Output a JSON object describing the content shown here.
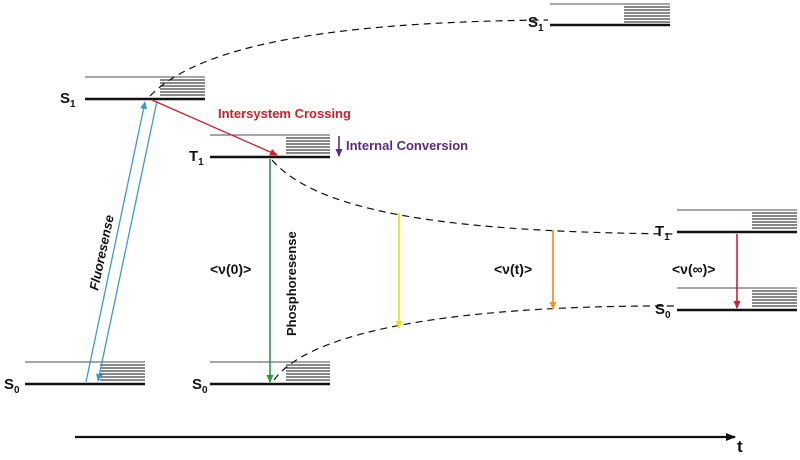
{
  "levels": {
    "s1_left": "S",
    "s1_left_sub": "1",
    "s0_left": "S",
    "s0_left_sub": "0",
    "t1_mid": "T",
    "t1_mid_sub": "1",
    "s0_mid": "S",
    "s0_mid_sub": "0",
    "s1_top": "S",
    "s1_top_sub": "1",
    "t1_right": "T",
    "t1_right_sub": "1",
    "s0_right": "S",
    "s0_right_sub": "0"
  },
  "processes": {
    "isc": "Intersystem Crossing",
    "ic": "Internal Conversion",
    "fluor": "Fluoresense",
    "phos": "Phosphoresense"
  },
  "symbols": {
    "nu0": "<ν(0)>",
    "nut": "<ν(t)>",
    "nuinf": "<ν(∞)>"
  },
  "axis": {
    "label": "t"
  },
  "colors": {
    "fluorescence": "#3b9ad6",
    "isc": "#d0202a",
    "internal_conversion": "#5b2a86",
    "phosphorescence": "#2a9a3c",
    "nu_t_yellow": "#f2e11a",
    "nu_t_orange": "#f0962a",
    "nu_inf": "#d0202a"
  }
}
